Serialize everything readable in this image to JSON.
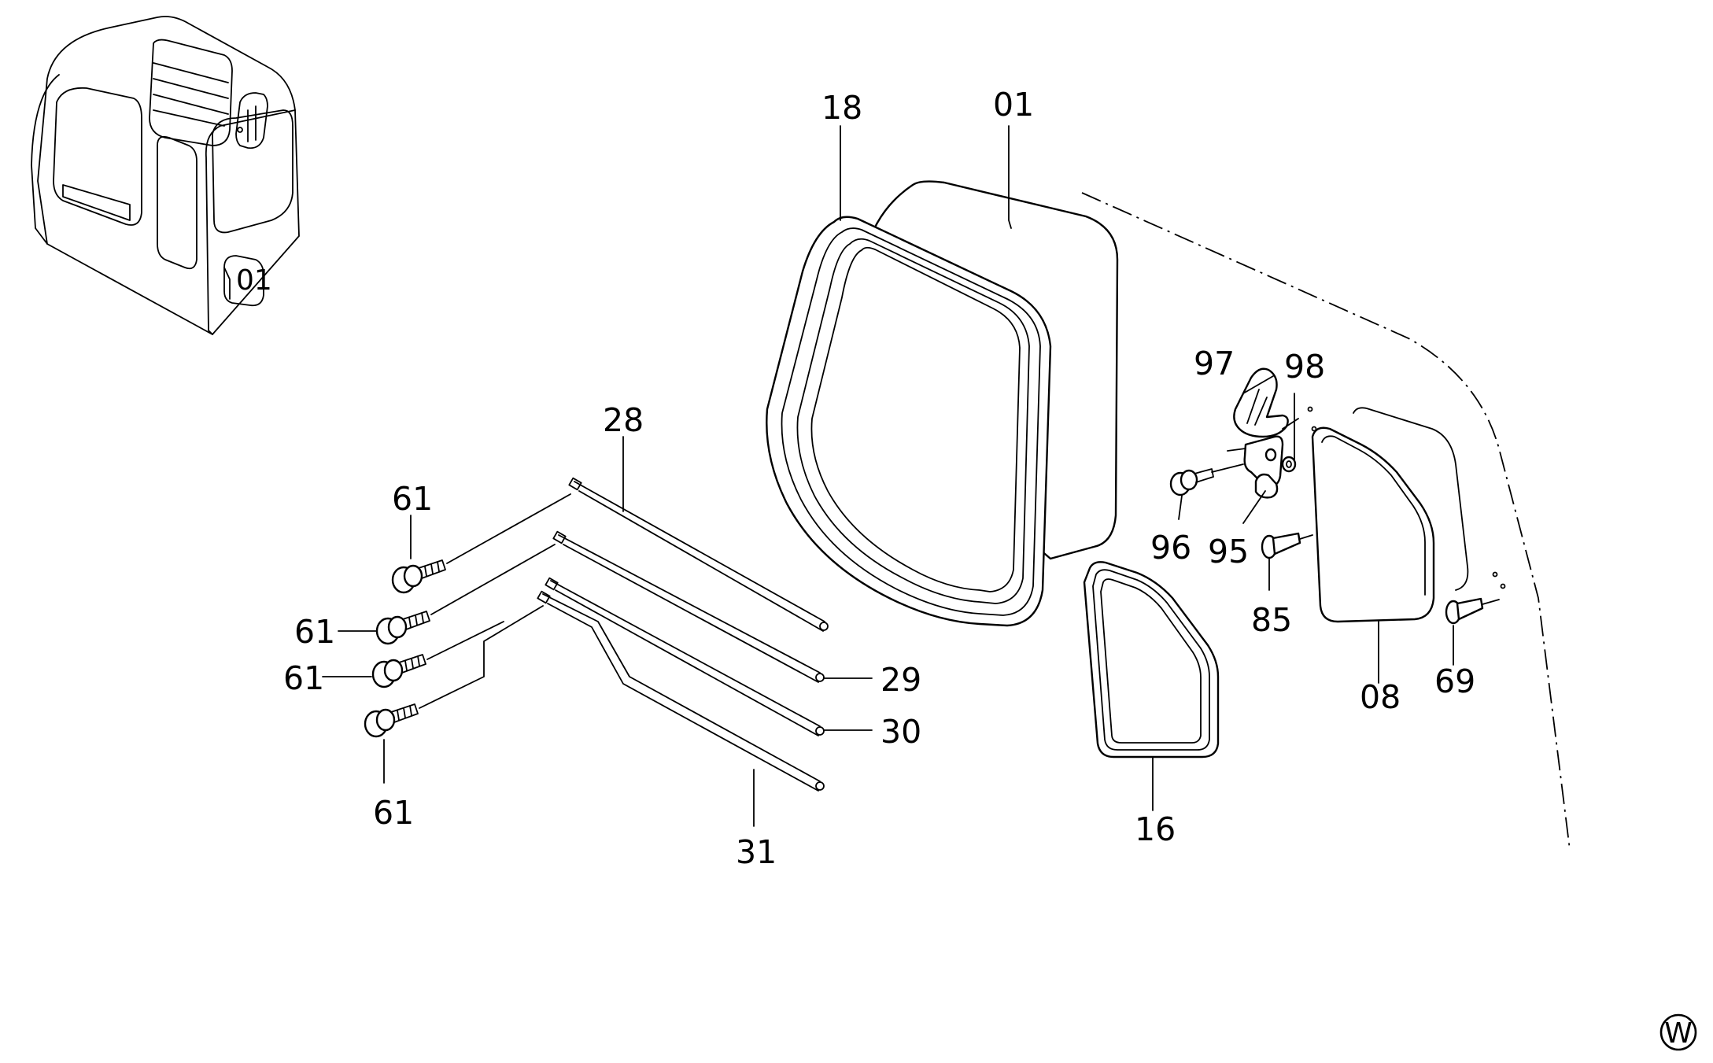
{
  "labels": {
    "p01": "01",
    "p18": "18",
    "p28": "28",
    "p29": "29",
    "p30": "30",
    "p31": "31",
    "p61a": "61",
    "p61b": "61",
    "p61c": "61",
    "p61d": "61",
    "p97": "97",
    "p98": "98",
    "p96": "96",
    "p95": "95",
    "p85": "85",
    "p08": "08",
    "p69": "69",
    "p16": "16"
  },
  "thumbnail": {
    "panel_label": "01"
  },
  "corner_mark": "W"
}
